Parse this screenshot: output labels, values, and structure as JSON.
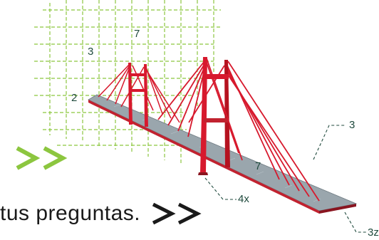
{
  "caption": {
    "text": "tus preguntas."
  },
  "annotations": {
    "grid_top": "7",
    "grid_left_upper": "3",
    "grid_left_lower": "2",
    "deck_mid": "7",
    "right_leader": "3",
    "tower_leader": "4x",
    "corner_leader": "3z"
  },
  "icons": {
    "green_chevrons": "double-chevron-right-icon",
    "black_chevrons": "double-chevron-right-icon"
  },
  "colors": {
    "grid": "#8cc63f",
    "bridge_red": "#d7192d",
    "deck_gray": "#9aa6ad",
    "chevron_green": "#8cc63f",
    "annotation_text": "#1f4a3d"
  }
}
